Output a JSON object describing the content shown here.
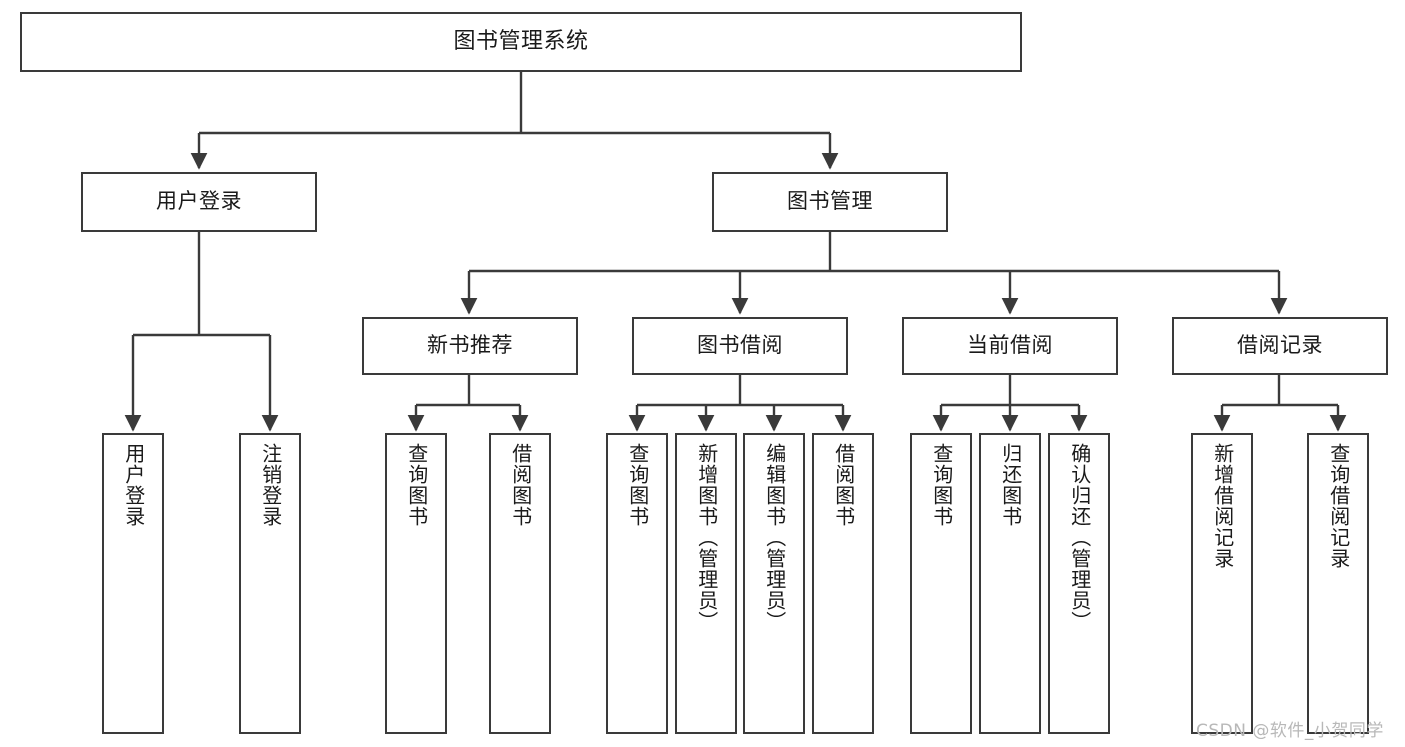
{
  "diagram": {
    "type": "tree-hierarchy",
    "title": "图书管理系统",
    "orientation": "top-down",
    "colors": {
      "border": "#3a3a3a",
      "fill": "#ffffff",
      "text": "#1a1a1a",
      "edge": "#3a3a3a",
      "watermark": "#b8b8b8"
    },
    "root": {
      "label": "图书管理系统"
    },
    "level2": [
      {
        "label": "用户登录"
      },
      {
        "label": "图书管理"
      }
    ],
    "level3": [
      {
        "label": "新书推荐"
      },
      {
        "label": "图书借阅"
      },
      {
        "label": "当前借阅"
      },
      {
        "label": "借阅记录"
      }
    ],
    "leaves": {
      "user_login": [
        {
          "label": "用户登录"
        },
        {
          "label": "注销登录"
        }
      ],
      "new_book_recommend": [
        {
          "label": "查询图书"
        },
        {
          "label": "借阅图书"
        }
      ],
      "book_borrow": [
        {
          "label": "查询图书"
        },
        {
          "label": "新增图书（管理员）"
        },
        {
          "label": "编辑图书（管理员）"
        },
        {
          "label": "借阅图书"
        }
      ],
      "current_borrow": [
        {
          "label": "查询图书"
        },
        {
          "label": "归还图书"
        },
        {
          "label": "确认归还（管理员）"
        }
      ],
      "borrow_record": [
        {
          "label": "新增借阅记录"
        },
        {
          "label": "查询借阅记录"
        }
      ]
    }
  },
  "watermark": {
    "text": "CSDN @软件_小贺同学"
  }
}
